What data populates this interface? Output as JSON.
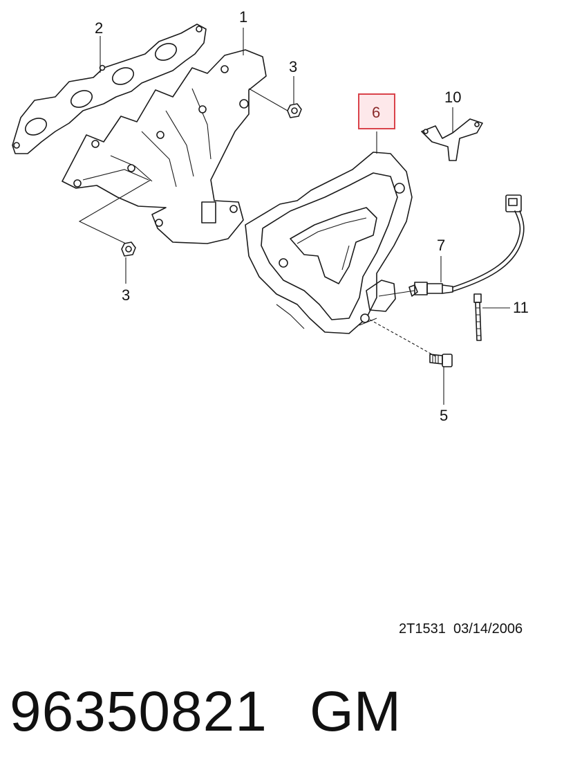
{
  "diagram": {
    "callouts": [
      {
        "id": "1",
        "label": "1"
      },
      {
        "id": "2",
        "label": "2"
      },
      {
        "id": "3a",
        "label": "3"
      },
      {
        "id": "3b",
        "label": "3"
      },
      {
        "id": "5",
        "label": "5"
      },
      {
        "id": "6",
        "label": "6"
      },
      {
        "id": "7",
        "label": "7"
      },
      {
        "id": "10",
        "label": "10"
      },
      {
        "id": "11",
        "label": "11"
      }
    ],
    "highlighted_callout": "6",
    "highlight_color": "#d9424a"
  },
  "footer": {
    "drawing_code": "2T1531",
    "date": "03/14/2006",
    "part_number": "96350821",
    "brand": "GM"
  }
}
